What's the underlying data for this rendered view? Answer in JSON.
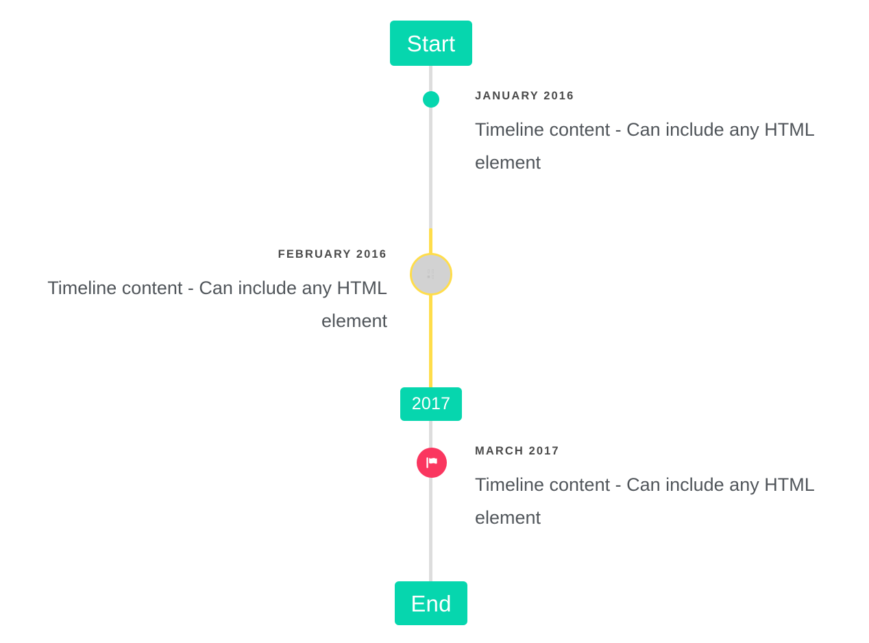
{
  "colors": {
    "accent_teal": "#06d6ae",
    "rail_gray": "#dddddd",
    "rail_yellow": "#ffdd4a",
    "marker_gray": "#d2d2d2",
    "marker_pink": "#fa365f",
    "text_dark": "#4a4a4a",
    "text_body": "#50555a",
    "background": "#ffffff"
  },
  "timeline": {
    "start_badge": {
      "label": "Start",
      "icon": "none"
    },
    "year_badge": {
      "label": "2017",
      "icon": "none"
    },
    "end_badge": {
      "label": "End",
      "icon": "none"
    },
    "events": [
      {
        "id": "january-2016",
        "date": "JANUARY 2016",
        "body": "Timeline content - Can include any HTML element",
        "side": "right",
        "marker": {
          "style": "dot",
          "icon": "none",
          "fill": "#06d6ae"
        },
        "rail_color": "#dddddd"
      },
      {
        "id": "february-2016",
        "date": "FEBRUARY 2016",
        "body": "Timeline content - Can include any HTML element",
        "side": "left",
        "marker": {
          "style": "ring",
          "icon": "missing-glyph-icon",
          "glyph": "▯▯ ▪▯",
          "fill": "#d2d2d2",
          "border": "#ffdd4a"
        },
        "rail_color": "#ffdd4a"
      },
      {
        "id": "march-2017",
        "date": "MARCH 2017",
        "body": "Timeline content - Can include any HTML element",
        "side": "right",
        "marker": {
          "style": "badge",
          "icon": "flag-icon",
          "fill": "#fa365f"
        },
        "rail_color": "#dddddd"
      }
    ]
  }
}
